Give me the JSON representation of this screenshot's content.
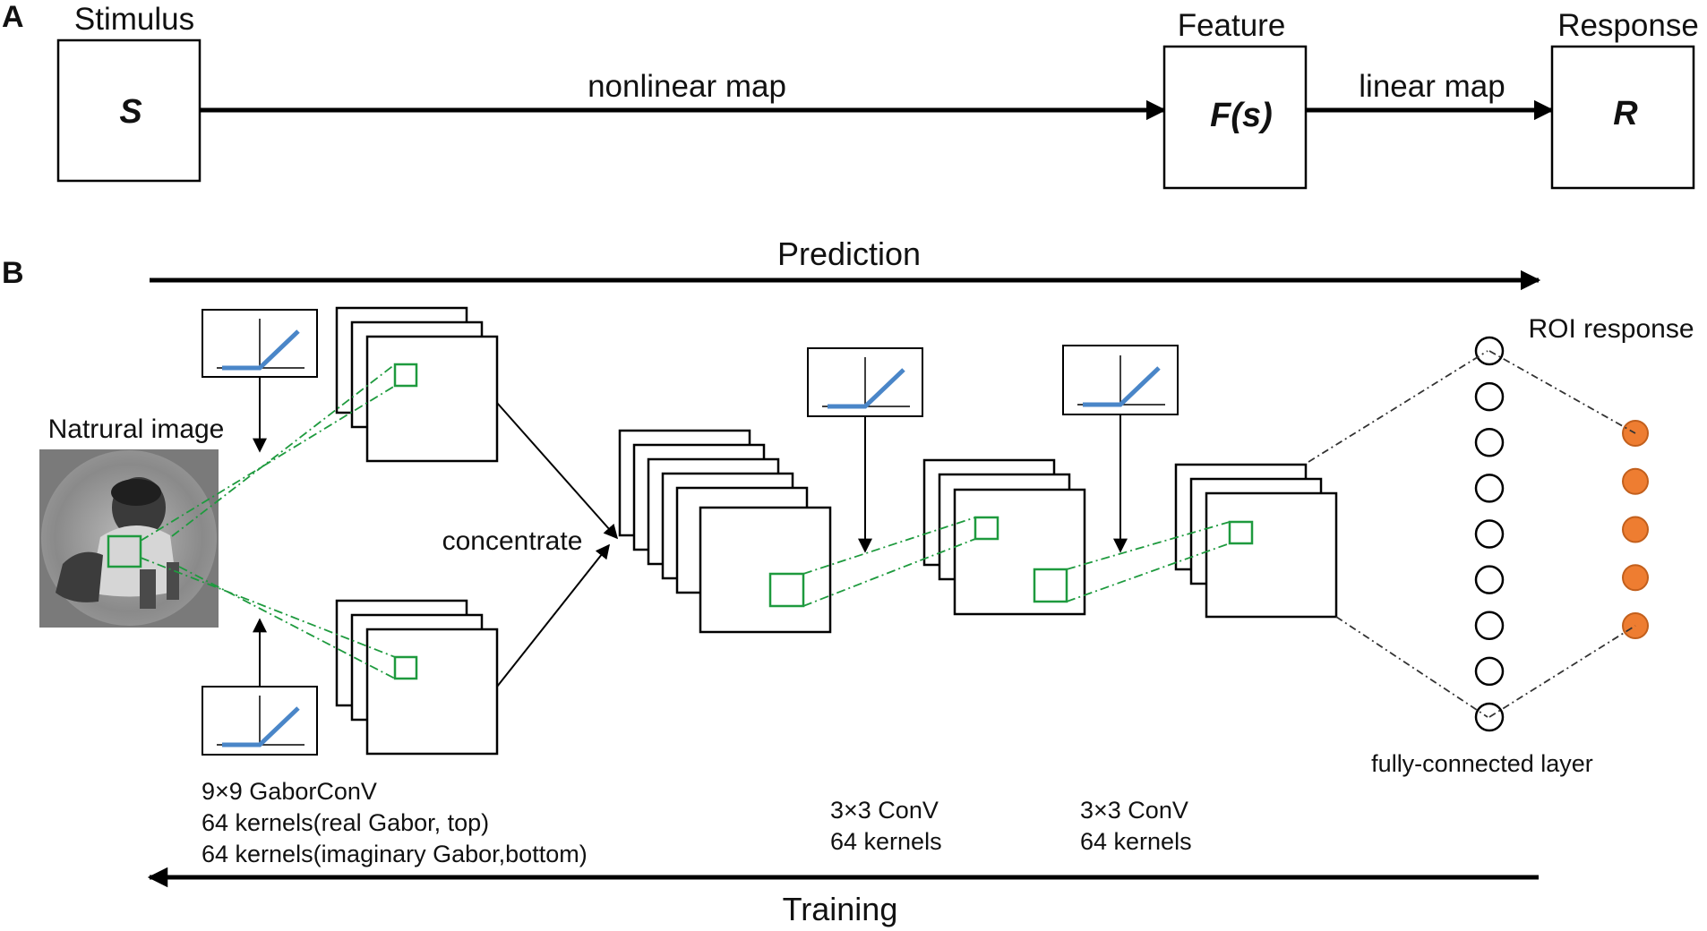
{
  "panel_a": {
    "label": "A",
    "stimulus": {
      "title": "Stimulus",
      "symbol": "S"
    },
    "feature": {
      "title": "Feature",
      "symbol": "F(s)"
    },
    "response": {
      "title": "Response",
      "symbol": "R"
    },
    "nonlinear_map": "nonlinear map",
    "linear_map": "linear map"
  },
  "panel_b": {
    "label": "B",
    "prediction": "Prediction",
    "training": "Training",
    "image_label": "Natrural image",
    "concentrate": "concentrate",
    "roi_response": "ROI response",
    "fc_label": "fully-connected layer",
    "gabor_caption": [
      "9×9 GaborConV",
      "64 kernels(real Gabor, top)",
      "64 kernels(imaginary Gabor,bottom)"
    ],
    "conv1_caption": [
      "3×3 ConV",
      "64 kernels"
    ],
    "conv2_caption": [
      "3×3 ConV",
      "64 kernels"
    ],
    "fc_units": 9,
    "roi_units": 5,
    "colors": {
      "relu_curve": "#4a86c8",
      "receptive_field": "#1e9a3e",
      "roi_unit": "#ee7d31",
      "roi_unit_stroke": "#c25f1c"
    }
  }
}
